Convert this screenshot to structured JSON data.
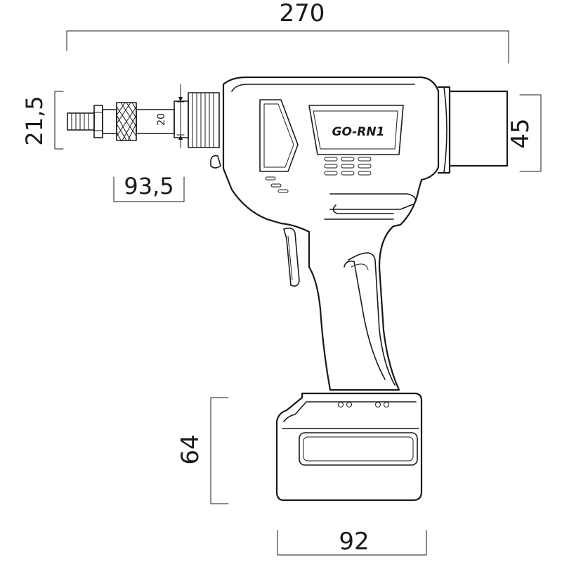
{
  "drawing": {
    "model_label": "GO-RN1",
    "dims": {
      "overall_length": "270",
      "nose_diameter": "21,5",
      "nose_length": "93,5",
      "collar_diameter": "20",
      "rear_height": "45",
      "battery_height": "64",
      "battery_width": "92"
    },
    "colors": {
      "line": "#1a1a1a",
      "background": "#ffffff"
    }
  }
}
